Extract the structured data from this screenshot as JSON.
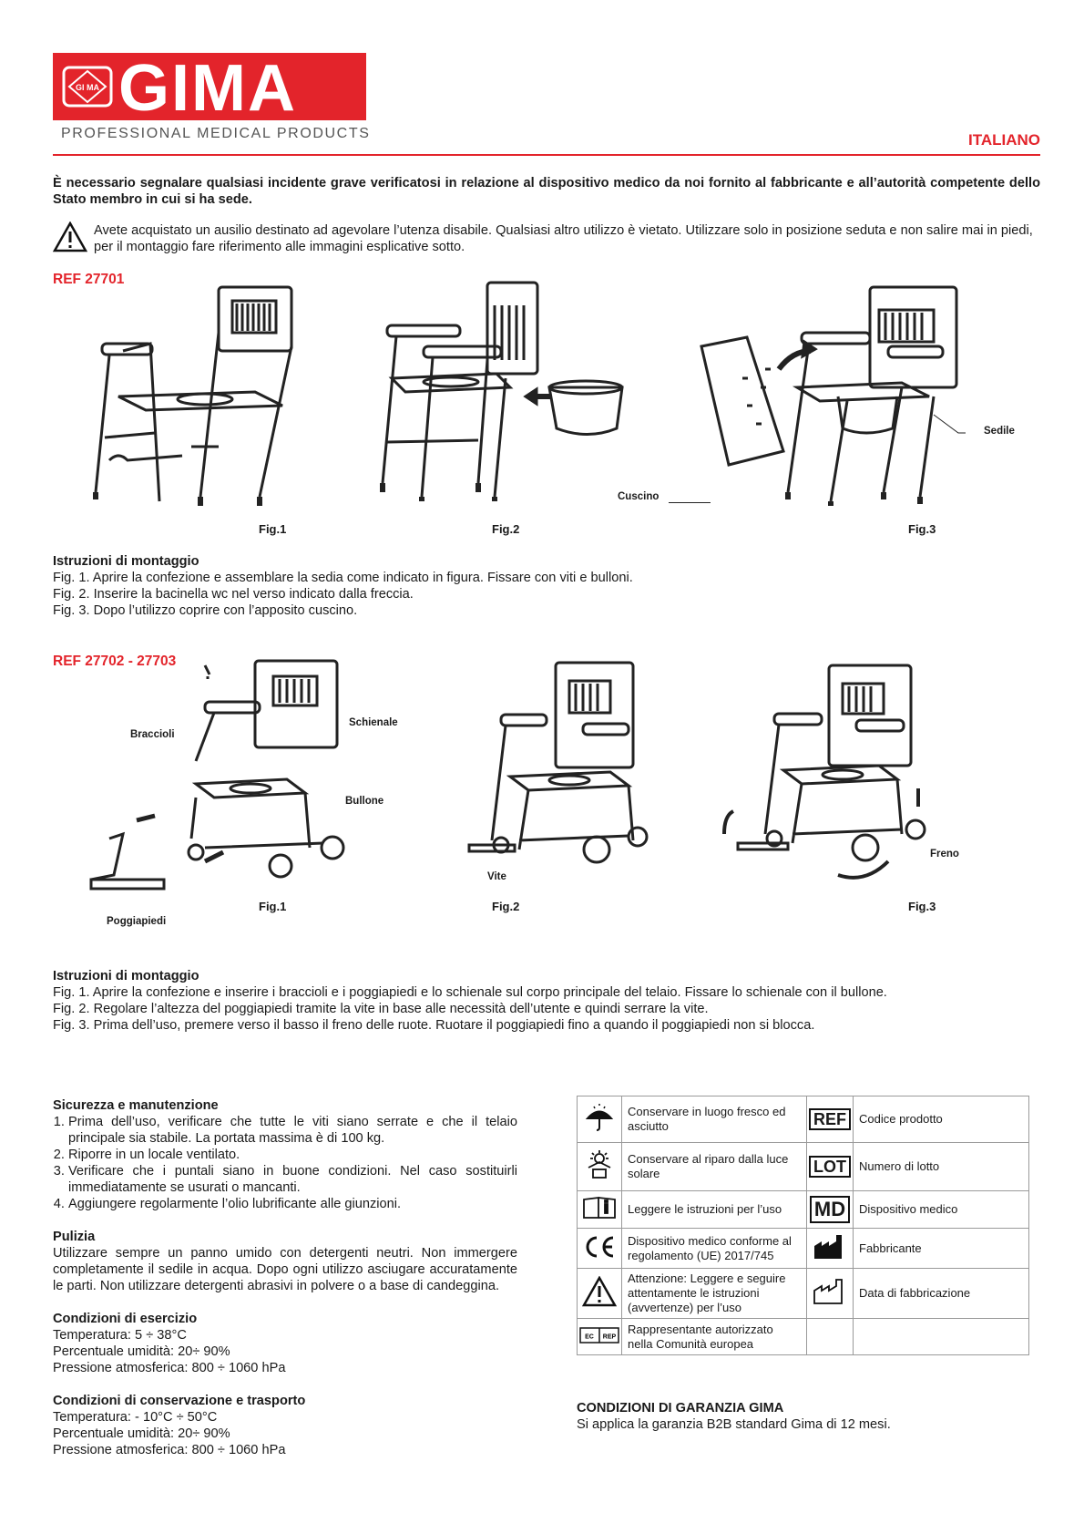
{
  "header": {
    "logo_text": "GIMA",
    "logo_badge": "GI MA",
    "tagline": "PROFESSIONAL MEDICAL PRODUCTS",
    "language": "ITALIANO"
  },
  "notice": "È necessario segnalare qualsiasi incidente grave verificatosi in relazione al dispositivo medico da noi fornito al fabbricante e all’autorità competente dello Stato membro in cui si ha sede.",
  "warning": "Avete acquistato un ausilio destinato ad agevolare l’utenza disabile. Qualsiasi altro utilizzo è vietato. Utilizzare solo in posizione seduta e non salire mai in piedi, per il montaggio fare riferimento alle immagini esplicative sotto.",
  "section1": {
    "ref": "REF 27701",
    "callouts": {
      "sedile": "Sedile",
      "cuscino": "Cuscino"
    },
    "figs": [
      "Fig.1",
      "Fig.2",
      "Fig.3"
    ],
    "instructions_title": "Istruzioni di montaggio",
    "instructions": [
      "Fig. 1. Aprire la confezione e assemblare la sedia come indicato in figura. Fissare con viti e bulloni.",
      "Fig. 2. Inserire la bacinella wc nel verso indicato dalla freccia.",
      "Fig. 3. Dopo l’utilizzo coprire con l’apposito cuscino."
    ]
  },
  "section2": {
    "ref": "REF 27702 - 27703",
    "callouts": {
      "braccioli": "Braccioli",
      "schienale": "Schienale",
      "bullone": "Bullone",
      "poggiapiedi": "Poggiapiedi",
      "vite": "Vite",
      "freno": "Freno"
    },
    "figs": [
      "Fig.1",
      "Fig.2",
      "Fig.3"
    ],
    "instructions_title": "Istruzioni di montaggio",
    "instructions": [
      "Fig. 1. Aprire la confezione e inserire i braccioli e i poggiapiedi e lo schienale sul corpo principale del telaio. Fissare lo schienale con il bullone.",
      "Fig. 2. Regolare l’altezza del poggiapiedi tramite la vite in base alle necessità dell’utente e quindi serrare la vite.",
      "Fig. 3. Prima dell’uso, premere verso il basso il freno delle ruote. Ruotare il poggiapiedi fino a quando il poggiapiedi non si blocca."
    ]
  },
  "safety": {
    "title": "Sicurezza e manutenzione",
    "items": [
      "Prima dell’uso, verificare che tutte le viti siano serrate e che il telaio principale sia stabile. La portata massima è di 100 kg.",
      "Riporre in un locale ventilato.",
      "Verificare che i puntali siano in buone condizioni. Nel caso sostituirli immediatamente se usurati o mancanti.",
      "Aggiungere regolarmente l’olio lubrificante alle giunzioni."
    ]
  },
  "cleaning": {
    "title": "Pulizia",
    "text": "Utilizzare sempre un panno umido con detergenti neutri. Non immergere completamente il sedile in acqua. Dopo ogni utilizzo asciugare accuratamente le parti. Non utilizzare detergenti abrasivi in polvere o a base di candeggina."
  },
  "operating": {
    "title": "Condizioni di esercizio",
    "lines": [
      "Temperatura: 5 ÷ 38°C",
      "Percentuale umidità: 20÷ 90%",
      "Pressione atmosferica: 800 ÷ 1060 hPa"
    ]
  },
  "storage": {
    "title": "Condizioni di conservazione e trasporto",
    "lines": [
      "Temperatura: - 10°C ÷ 50°C",
      "Percentuale umidità: 20÷ 90%",
      "Pressione atmosferica: 800 ÷ 1060 hPa"
    ]
  },
  "symbols": {
    "rows": [
      {
        "left_icon": "umbrella-icon",
        "left_text": "Conservare in luogo fresco ed asciutto",
        "right_icon": "REF",
        "right_text": "Codice prodotto"
      },
      {
        "left_icon": "sun-icon",
        "left_text": "Conservare al riparo dalla luce solare",
        "right_icon": "LOT",
        "right_text": "Numero di lotto"
      },
      {
        "left_icon": "manual-icon",
        "left_text": "Leggere le istruzioni per l’uso",
        "right_icon": "MD",
        "right_text": "Dispositivo medico"
      },
      {
        "left_icon": "ce-mark-icon",
        "left_text": "Dispositivo medico conforme al regolamento (UE) 2017/745",
        "right_icon": "factory-icon",
        "right_text": "Fabbricante"
      },
      {
        "left_icon": "warning-icon",
        "left_text": "Attenzione: Leggere e seguire attentamente le istruzioni (avvertenze) per l’uso",
        "right_icon": "manufacture-date-icon",
        "right_text": "Data di fabbricazione"
      },
      {
        "left_icon": "ec-rep-icon",
        "left_text": "Rappresentante autorizzato nella Comunità europea",
        "right_icon": "",
        "right_text": ""
      }
    ],
    "ec_rep_labels": [
      "EC",
      "REP"
    ]
  },
  "warranty": {
    "title": "CONDIZIONI DI GARANZIA GIMA",
    "text": "Si applica la garanzia B2B standard Gima di 12 mesi."
  }
}
